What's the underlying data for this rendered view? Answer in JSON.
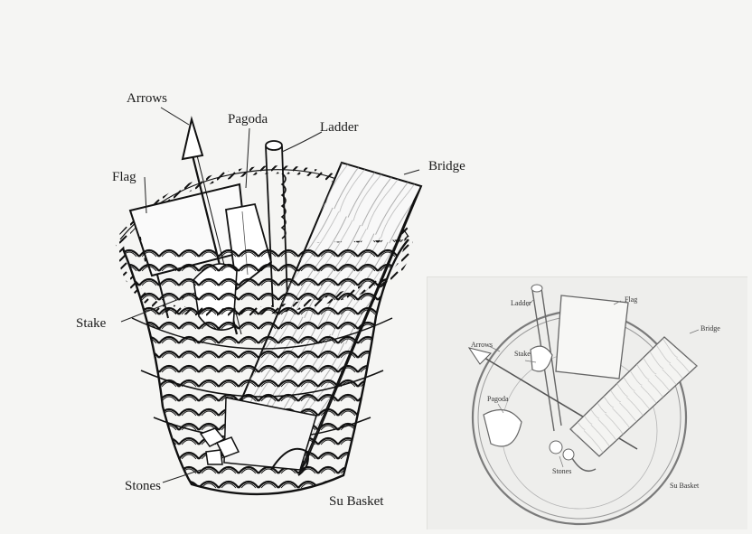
{
  "main_labels": {
    "arrows": "Arrows",
    "pagoda": "Pagoda",
    "ladder": "Ladder",
    "bridge": "Bridge",
    "flag": "Flag",
    "stake": "Stake",
    "stones": "Stones",
    "basket": "Su Basket"
  },
  "inset_labels": {
    "ladder": "Ladder",
    "flag": "Flag",
    "bridge": "Bridge",
    "arrows": "Arrows",
    "stake": "Stake",
    "pagoda": "Pagoda",
    "stones": "Stones",
    "basket": "Su Basket"
  }
}
